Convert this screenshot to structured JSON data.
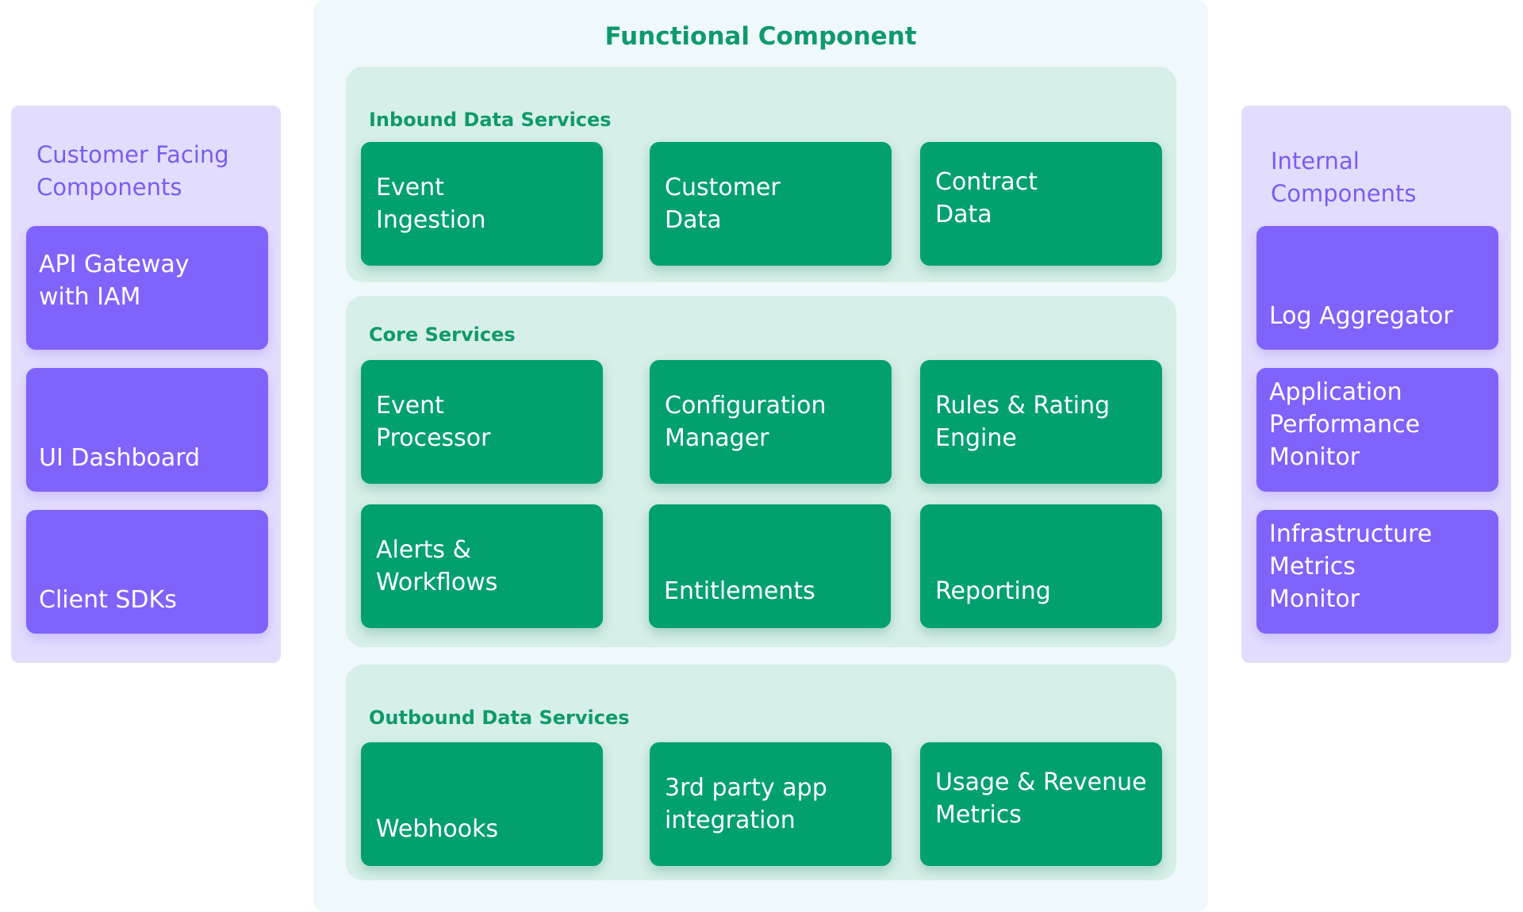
{
  "functional": {
    "title": "Functional Component",
    "groups": [
      {
        "title": "Inbound Data Services",
        "items": [
          "Event\nIngestion",
          "Customer\n Data",
          "Contract\nData"
        ]
      },
      {
        "title": "Core Services",
        "items": [
          "Event\nProcessor",
          "Configuration\nManager",
          "Rules & Rating\nEngine",
          "Alerts &\nWorkflows",
          "Entitlements",
          "Reporting"
        ]
      },
      {
        "title": "Outbound Data Services",
        "items": [
          "Webhooks",
          "3rd party app\nintegration",
          "Usage & Revenue\nMetrics"
        ]
      }
    ]
  },
  "customer_facing": {
    "title": "Customer Facing\nComponents",
    "items": [
      "API Gateway\nwith IAM",
      "UI Dashboard",
      "Client SDKs"
    ]
  },
  "internal": {
    "title": "Internal\nComponents",
    "items": [
      "Log Aggregator",
      "Application\nPerformance\nMonitor",
      "Infrastructure\nMetrics\nMonitor"
    ]
  },
  "colors": {
    "green_accent": "#02a06f",
    "purple_accent": "#7f63fb",
    "green_group_bg": "#d6efe8",
    "purple_panel_bg": "#e3ddfd"
  }
}
